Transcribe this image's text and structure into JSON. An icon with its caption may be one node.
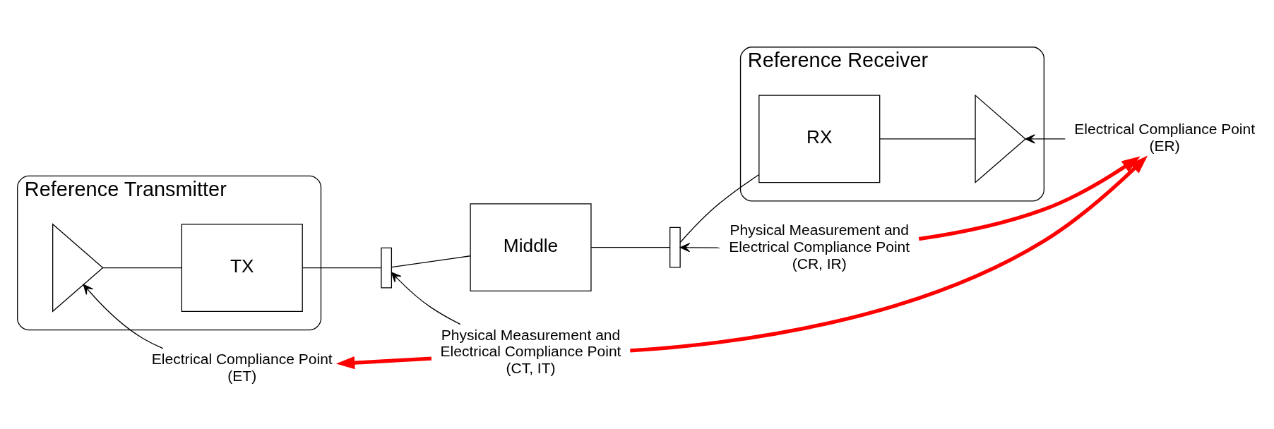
{
  "diagram": {
    "nodes": [
      {
        "text": [
          "Reference Transmitter"
        ]
      },
      {
        "text": [],
        "shape": "triangle",
        "in": 0
      },
      {
        "text": [
          "TX"
        ],
        "in": 0
      },
      {
        "text": [],
        "shape": "box"
      },
      {
        "text": [
          "Middle"
        ]
      },
      {
        "text": [],
        "shape": "box"
      },
      {
        "text": [
          "Reference Receiver"
        ]
      },
      {
        "text": [
          "RX"
        ],
        "in": 6
      },
      {
        "text": [],
        "shape": "triangle",
        "in": 6
      },
      {
        "text": [
          "Electrical Compliance Point (ET)"
        ]
      },
      {
        "text": [
          "Physical Measurement and Electrical Compliance Point (CT, IT)"
        ]
      },
      {
        "text": [
          "Physical Measurement and Electrical Compliance Point (CR, IR)"
        ]
      },
      {
        "text": [
          "Electrical Compliance Point (ER)"
        ]
      }
    ],
    "edges": [
      {
        "from": 1,
        "to": 2,
        "arrow": "none"
      },
      {
        "from": 2,
        "to": 3,
        "arrow": "none"
      },
      {
        "from": 3,
        "to": 4,
        "arrow": "none"
      },
      {
        "from": 4,
        "to": 5,
        "arrow": "none"
      },
      {
        "from": 5,
        "to": 7,
        "arrow": "none"
      },
      {
        "from": 7,
        "to": 8,
        "arrow": "none"
      },
      {
        "from": 9,
        "to": 1,
        "arrow": "to"
      },
      {
        "from": 10,
        "to": 3,
        "arrow": "to"
      },
      {
        "from": 11,
        "to": 5,
        "arrow": "to"
      },
      {
        "from": 12,
        "to": 8,
        "arrow": "to"
      },
      {
        "from": 10,
        "to": 9,
        "arrow": "to",
        "style": "thick",
        "color": "#ff0000"
      },
      {
        "from": 10,
        "to": 12,
        "arrow": "to",
        "style": "thick",
        "color": "#ff0000"
      },
      {
        "from": 11,
        "to": 12,
        "arrow": "to",
        "style": "thick",
        "color": "#ff0000"
      }
    ]
  }
}
